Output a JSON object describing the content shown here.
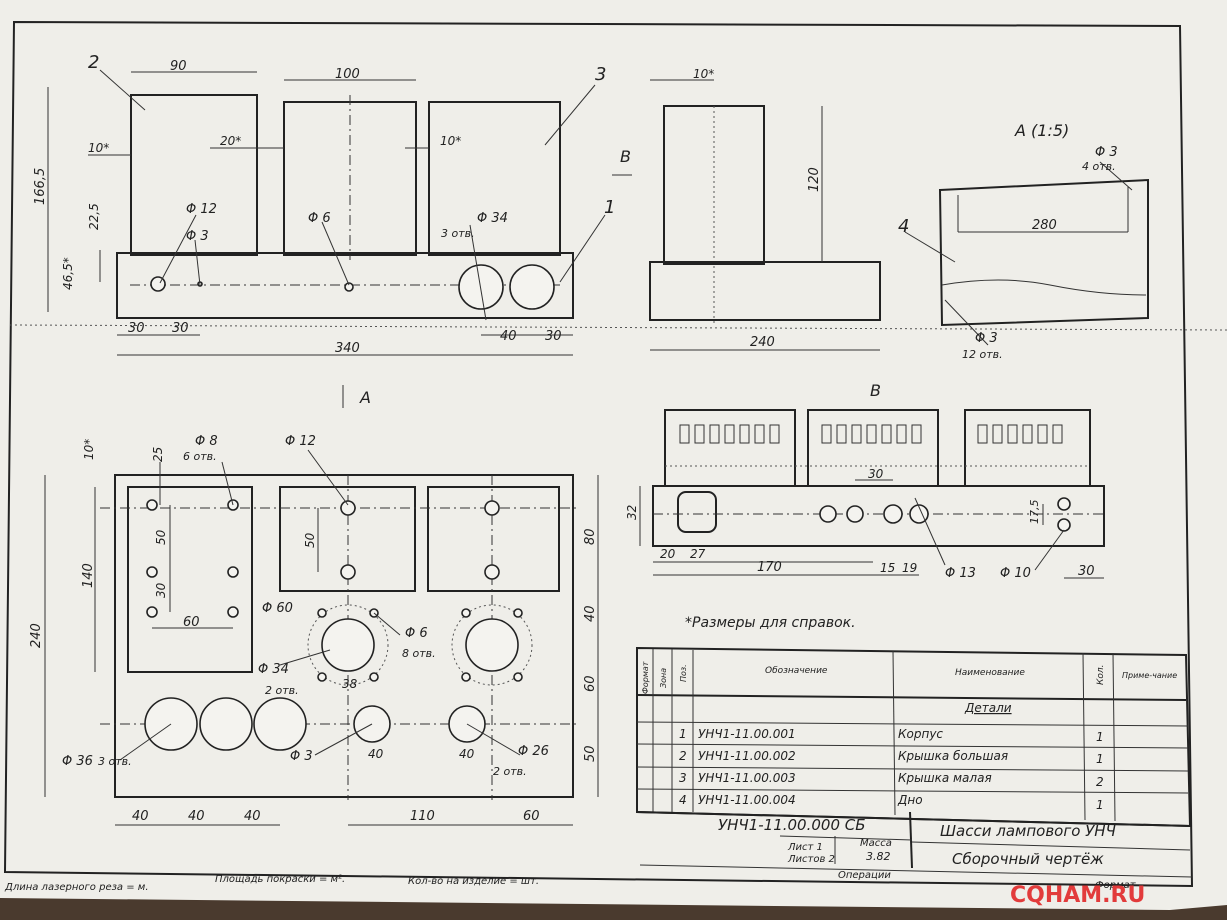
{
  "front": {
    "dim_top": [
      "90",
      "100"
    ],
    "dim_left": [
      "166,5",
      "22,5",
      "46,5*"
    ],
    "dim_bottom": [
      "30",
      "30",
      "40",
      "30",
      "340"
    ],
    "ref": [
      "10*",
      "20*",
      "10*"
    ],
    "holes": [
      "Φ 12",
      "Φ 3",
      "Φ 6",
      "Φ 34",
      "3 отв."
    ],
    "callouts": [
      "2",
      "3",
      "1"
    ]
  },
  "side": {
    "dim_top": "10*",
    "dim_height": "120",
    "dim_width": "240",
    "arrow": "B"
  },
  "detail": {
    "title": "A (1:5)",
    "callout": "4",
    "hole_top": "Φ 3",
    "hole_top_count": "4 отв.",
    "length": "280",
    "hole_bottom": "Φ 3",
    "hole_bottom_count": "12 отв."
  },
  "plan": {
    "arrow": "A",
    "dim_left": [
      "10*",
      "140",
      "240"
    ],
    "dim_right": [
      "80",
      "40",
      "60",
      "50"
    ],
    "dim_inner": [
      "25",
      "50",
      "30",
      "60",
      "50",
      "38"
    ],
    "dim_bottom": [
      "40",
      "40",
      "40",
      "110",
      "60"
    ],
    "holes": [
      "Φ 8",
      "6 отв.",
      "Φ 12",
      "Φ 60",
      "Φ 6",
      "8 отв.",
      "Φ 34",
      "2 отв.",
      "Φ 36",
      "3 отв.",
      "Φ 3",
      "40",
      "40",
      "Φ 26",
      "2 отв."
    ]
  },
  "view_b": {
    "title": "B",
    "dims": [
      "32",
      "20",
      "27",
      "30",
      "170",
      "15",
      "19",
      "17,5",
      "30"
    ],
    "holes": [
      "Φ 13",
      "Φ 10"
    ]
  },
  "note": "*Размеры для справок.",
  "table": {
    "headers": [
      "Формат",
      "Зона",
      "Поз.",
      "Обозначение",
      "Наименование",
      "Кол.",
      "Приме-чание"
    ],
    "section": "Детали",
    "rows": [
      {
        "pos": "1",
        "code": "УНЧ1-11.00.001",
        "name": "Корпус",
        "qty": "1"
      },
      {
        "pos": "2",
        "code": "УНЧ1-11.00.002",
        "name": "Крышка большая",
        "qty": "1"
      },
      {
        "pos": "3",
        "code": "УНЧ1-11.00.003",
        "name": "Крышка малая",
        "qty": "2"
      },
      {
        "pos": "4",
        "code": "УНЧ1-11.00.004",
        "name": "Дно",
        "qty": "1"
      }
    ]
  },
  "title_block": {
    "doc": "УНЧ1-11.00.000 СБ",
    "name": "Шасси лампового УНЧ",
    "type": "Сборочный чертёж",
    "sheet": "Лист 1",
    "sheets": "Листов 2",
    "mass_label": "Масса",
    "mass": "3.82",
    "ops": "Операции",
    "format": "Формат"
  },
  "footer": {
    "laser": "Длина лазерного реза = м.",
    "paint": "Площадь покраски = м².",
    "qty": "Кол-во на изделие = шт."
  },
  "watermark": "CQHAM.RU"
}
